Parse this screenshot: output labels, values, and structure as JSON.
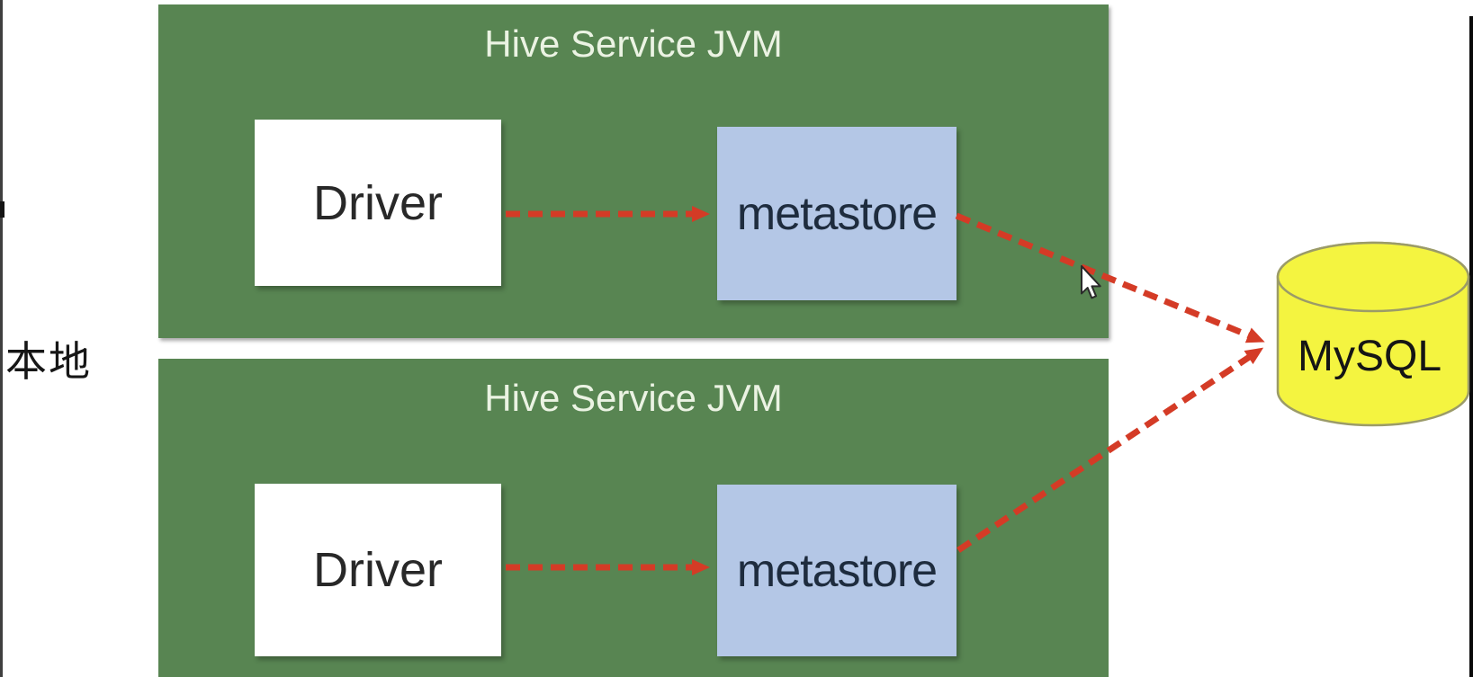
{
  "diagram": {
    "side_label": "本地",
    "jvm_groups": [
      {
        "title": "Hive Service JVM",
        "driver_label": "Driver",
        "metastore_label": "metastore"
      },
      {
        "title": "Hive Service JVM",
        "driver_label": "Driver",
        "metastore_label": "metastore"
      }
    ],
    "database": {
      "label": "MySQL"
    },
    "colors": {
      "jvm_box_green": "#588552",
      "jvm_title_text": "#ebf3e3",
      "driver_box": "#ffffff",
      "metastore_box": "#b4c7e6",
      "metastore_text": "#1e2c3e",
      "database_fill": "#f4f440",
      "database_stroke": "#9b9b68",
      "arrow_red": "#d43b26",
      "side_label_text": "#161616"
    }
  }
}
